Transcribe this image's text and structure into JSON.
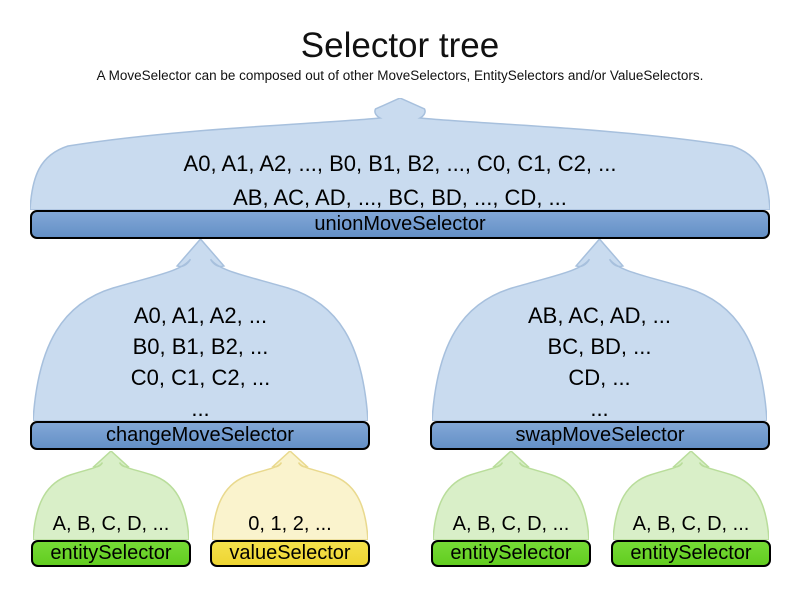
{
  "title": "Selector tree",
  "subtitle": "A MoveSelector can be composed out of other MoveSelectors, EntitySelectors and/or ValueSelectors.",
  "colors": {
    "plume_blue": "#c9dbef",
    "plume_blue_border": "#a7c0dd",
    "bar_blue": "#6f9ad1",
    "plume_green": "#d9efc8",
    "plume_green_border": "#b9dd9b",
    "bar_green": "#6bd42c",
    "plume_yellow": "#faf3cd",
    "plume_yellow_border": "#e9d98e",
    "bar_yellow": "#f2dd41",
    "bar_border": "#000000",
    "text": "#000000"
  },
  "tree": {
    "union": {
      "label": "unionMoveSelector",
      "lines": [
        "A0, A1, A2, ..., B0, B1, B2, ..., C0, C1, C2, ...",
        "AB, AC, AD, ..., BC, BD, ..., CD, ..."
      ]
    },
    "change": {
      "label": "changeMoveSelector",
      "lines": [
        "A0, A1, A2, ...",
        "B0, B1, B2, ...",
        "C0, C1, C2, ...",
        "..."
      ]
    },
    "swap": {
      "label": "swapMoveSelector",
      "lines": [
        "AB, AC, AD, ...",
        "BC, BD, ...",
        "CD, ...",
        "..."
      ]
    },
    "entity_left": {
      "label": "entitySelector",
      "lines": [
        "A, B, C, D, ..."
      ]
    },
    "value": {
      "label": "valueSelector",
      "lines": [
        "0, 1, 2, ..."
      ]
    },
    "entity_mid": {
      "label": "entitySelector",
      "lines": [
        "A, B, C, D, ..."
      ]
    },
    "entity_right": {
      "label": "entitySelector",
      "lines": [
        "A, B, C, D, ..."
      ]
    }
  }
}
